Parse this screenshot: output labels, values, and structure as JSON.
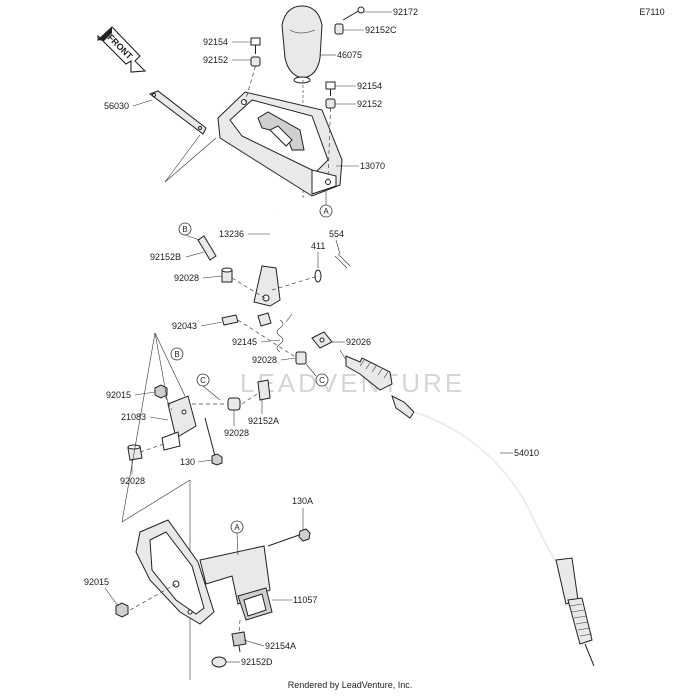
{
  "diagram_code": "E7110",
  "front_label": "FRONT",
  "watermark": "LEADVENTURE",
  "footer": "Rendered by LeadVenture, Inc.",
  "parts": {
    "p92172": "92172",
    "p92154_a": "92154",
    "p92152c": "92152C",
    "p92152_a": "92152",
    "p46075": "46075",
    "p92154_b": "92154",
    "p92152_b": "92152",
    "p56030": "56030",
    "p13070": "13070",
    "p13236": "13236",
    "p411": "411",
    "p554": "554",
    "p92152b": "92152B",
    "p92028_a": "92028",
    "p92043": "92043",
    "p92145": "92145",
    "p92026": "92026",
    "p92028_b": "92028",
    "p92015_a": "92015",
    "p21083": "21083",
    "p92028_c": "92028",
    "p92152a": "92152A",
    "p92028_d": "92028",
    "p130": "130",
    "p54010": "54010",
    "p130a": "130A",
    "p92015_b": "92015",
    "p11057": "11057",
    "p92154a": "92154A",
    "p92152d": "92152D"
  },
  "callouts": {
    "a1": "A",
    "a2": "A",
    "b1": "B",
    "b2": "B",
    "c1": "C",
    "c2": "C"
  }
}
